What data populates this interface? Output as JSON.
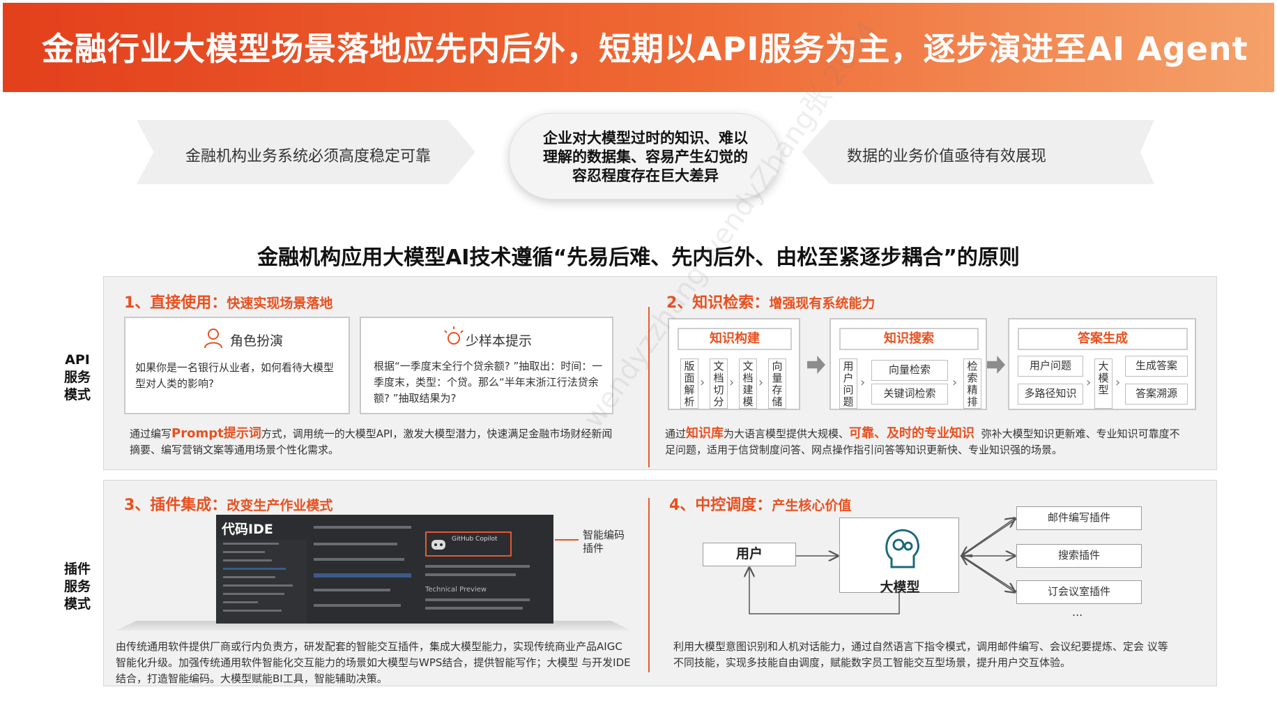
{
  "header": {
    "title": "金融行业大模型场景落地应先内后外，短期以API服务为主，逐步演进至AI Agent"
  },
  "banner": {
    "left": "金融机构业务系统必须高度稳定可靠",
    "center": "企业对大模型过时的知识、难以理解的数据集、容易产生幻觉的容忍程度存在巨大差异",
    "right": "数据的业务价值亟待有效展现"
  },
  "principle": "金融机构应用大模型AI技术遵循“先易后难、先内后外、由松至紧逐步耦合”的原则",
  "side_labels": {
    "api": "API服务模式",
    "plugin": "插件服务模式"
  },
  "sec1": {
    "title": "1、直接使用：",
    "subtitle": "快速实现场景落地",
    "card1": {
      "head": "角色扮演",
      "body": "如果你是一名银行从业者，如何看待大模型型对人类的影响?"
    },
    "card2": {
      "head": "少样本提示",
      "body": "根据“一季度末全行个贷余额? ”抽取出：时间：一季度末，类型：个贷。那么“半年末浙江行法贷余额? ”抽取结果为?"
    },
    "desc_pre": "通过编写",
    "desc_hl": "Prompt提示词",
    "desc_post": "方式，调用统一的大模型API，激发大模型潜力，快速满足金融市场财经新闻摘要、编写营销文案等通用场景个性化需求。"
  },
  "sec2": {
    "title": "2、知识检索：",
    "subtitle": "增强现有系统能力",
    "g1": {
      "title": "知识构建",
      "items": [
        "版面解析",
        "文档切分",
        "文档建模",
        "向量存储"
      ]
    },
    "g2": {
      "title": "知识搜索",
      "left": "用户问题",
      "mid": [
        "向量检索",
        "关键词检索"
      ],
      "right": "检索精排"
    },
    "g3": {
      "title": "答案生成",
      "left": [
        "用户问题",
        "多路径知识"
      ],
      "mid": "大模型",
      "right": [
        "生成答案",
        "答案溯源"
      ]
    },
    "desc_pre": "通过",
    "desc_hl1": "知识库",
    "desc_mid": "为大语言模型提供大规模、",
    "desc_hl2": "可靠、及时的专业知识",
    "desc_post": "弥补大模型知识更新难、专业知识可靠度不足问题，适用于信贷制度问答、网点操作指引问答等知识更新快、专业知识强的场景。"
  },
  "sec3": {
    "title": "3、插件集成：",
    "subtitle": "改变生产作业模式",
    "ide_title": "代码IDE",
    "ide_copilot": "GitHub Copilot",
    "ide_tech": "Technical Preview",
    "smart_label": "智能编码插件",
    "desc": "由传统通用软件提供厂商或行内负责方，研发配套的智能交互插件，集成大模型能力，实现传统商业产品AIGC智能化升级。加强传统通用软件智能化交互能力的场景如大模型与WPS结合，提供智能写作；大模型 与开发IDE结合，打造智能编码。大模型赋能BI工具，智能辅助决策。"
  },
  "sec4": {
    "title": "4、中控调度：",
    "subtitle": "产生核心价值",
    "user": "用户",
    "model": "大模型",
    "plugins": [
      "邮件编写插件",
      "搜索插件",
      "订会议室插件"
    ],
    "ellipsis": "...",
    "desc": "利用大模型意图识别和人机对话能力，通过自然语言下指令模式，调用邮件编写、会议纪要提炼、定会 议等不同技能，实现多技能自由调度，赋能数字员工智能交互型场景，提升用户交互体验。"
  },
  "watermark": "wendyzzhang wendyZhang张 2094",
  "colors": {
    "accent": "#e8501f",
    "header_start": "#e33f1c",
    "header_end": "#f5a16a"
  }
}
